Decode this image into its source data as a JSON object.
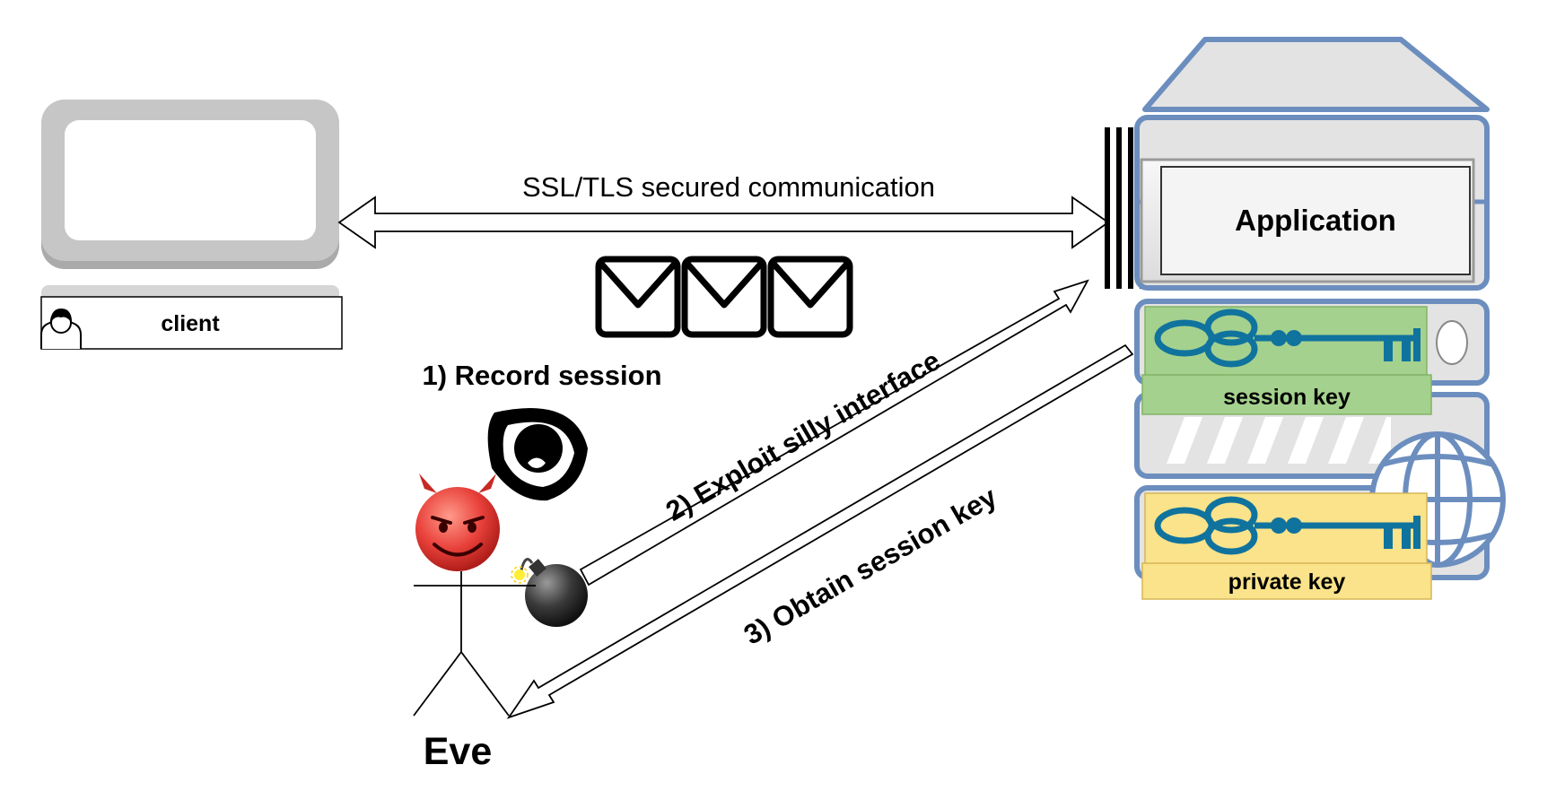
{
  "labels": {
    "channel": "SSL/TLS secured communication",
    "client": "client",
    "application": "Application",
    "record": "1) Record session",
    "exploit": "2) Exploit silly interface",
    "obtain": "3) Obtain session key",
    "session_key": "session key",
    "private_key": "private key",
    "eve": "Eve"
  },
  "colors": {
    "server_stroke": "#6c8ebf",
    "server_fill": "#e3e3e3",
    "key_blue": "#10739e",
    "session_key_fill": "#a5d18e",
    "private_key_fill": "#fae38a",
    "monitor_gray": "#c6c6c6",
    "devil_red": "#e8403a"
  },
  "icons": [
    "monitor-icon",
    "user-icon",
    "envelope-icon",
    "eye-icon",
    "devil-icon",
    "bomb-icon",
    "server-icon",
    "globe-icon",
    "key-icon",
    "firewall-icon",
    "stick-figure-icon"
  ]
}
